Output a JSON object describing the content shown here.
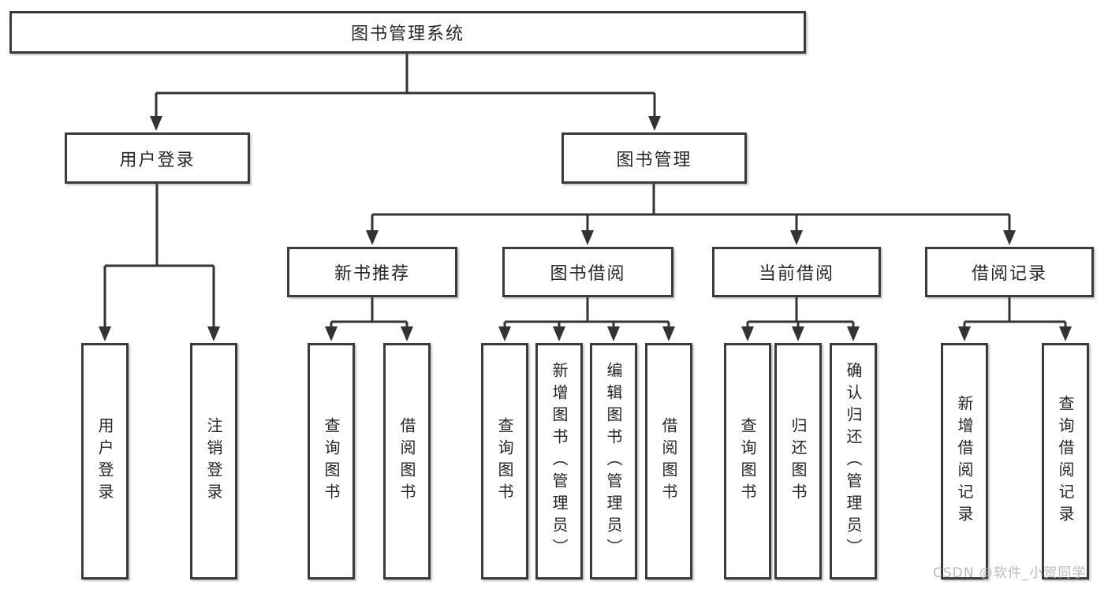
{
  "diagram": {
    "root": "图书管理系统",
    "l2": [
      "用户登录",
      "图书管理"
    ],
    "l3": [
      "新书推荐",
      "图书借阅",
      "当前借阅",
      "借阅记录"
    ],
    "l4": [
      "用户登录",
      "注销登录",
      "查询图书",
      "借阅图书",
      "查询图书",
      "新增图书（管理员）",
      "编辑图书（管理员）",
      "借阅图书",
      "查询图书",
      "归还图书",
      "确认归还（管理员）",
      "新增借阅记录",
      "查询借阅记录"
    ]
  },
  "watermark": "CSDN @软件_小贺同学",
  "colors": {
    "border": "#3a3a3a",
    "line": "#333333",
    "text": "#262626",
    "watermark": "#b0b0b0",
    "background": "#ffffff"
  }
}
